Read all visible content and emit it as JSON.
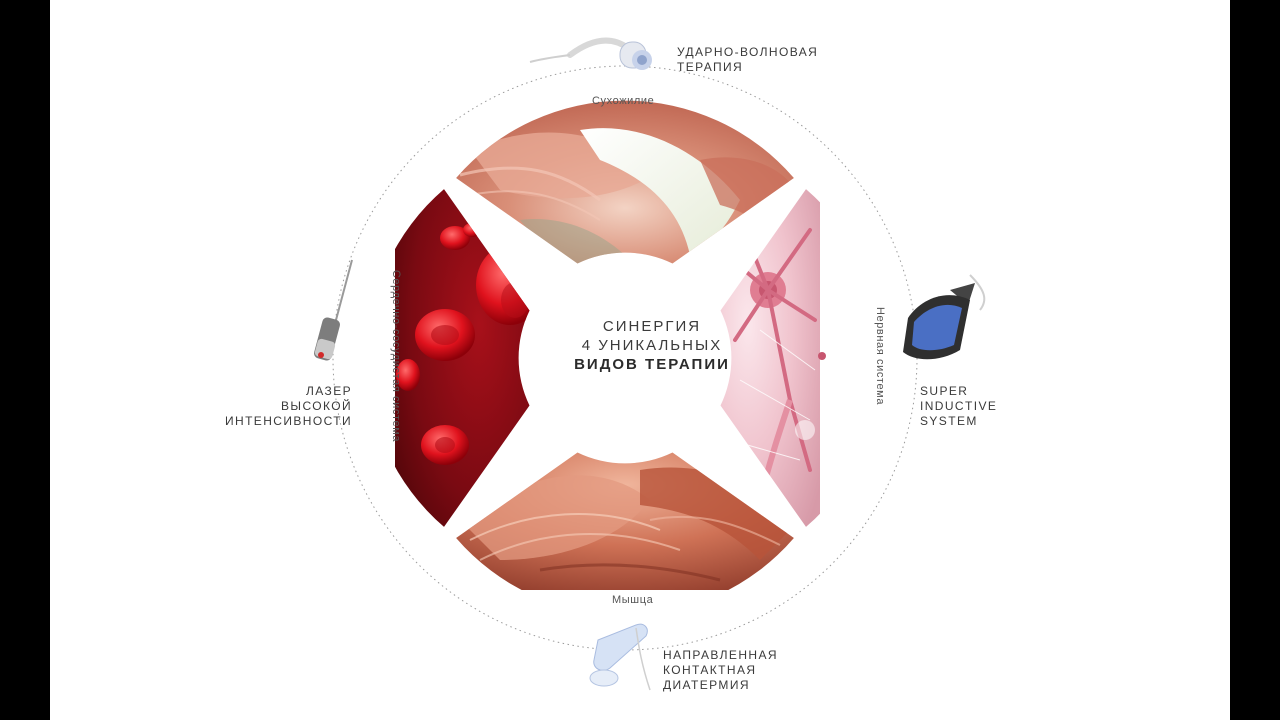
{
  "center": {
    "line1": "СИНЕРГИЯ",
    "line2": "4 УНИКАЛЬНЫХ",
    "line3": "ВИДОВ ТЕРАПИИ"
  },
  "segments": {
    "top": "Сухожилие",
    "right": "Нервная система",
    "bottom": "Мышца",
    "left": "Сердечно-сосудистая система"
  },
  "therapies": {
    "shockwave": [
      "УДАРНО-ВОЛНОВАЯ",
      "ТЕРАПИЯ"
    ],
    "super_inductive": [
      "SUPER",
      "INDUCTIVE",
      "SYSTEM"
    ],
    "diathermy": [
      "НАПРАВЛЕННАЯ",
      "КОНТАКТНАЯ",
      "ДИАТЕРМИЯ"
    ],
    "laser": [
      "ЛАЗЕР",
      "ВЫСОКОЙ",
      "ИНТЕНСИВНОСТИ"
    ]
  }
}
